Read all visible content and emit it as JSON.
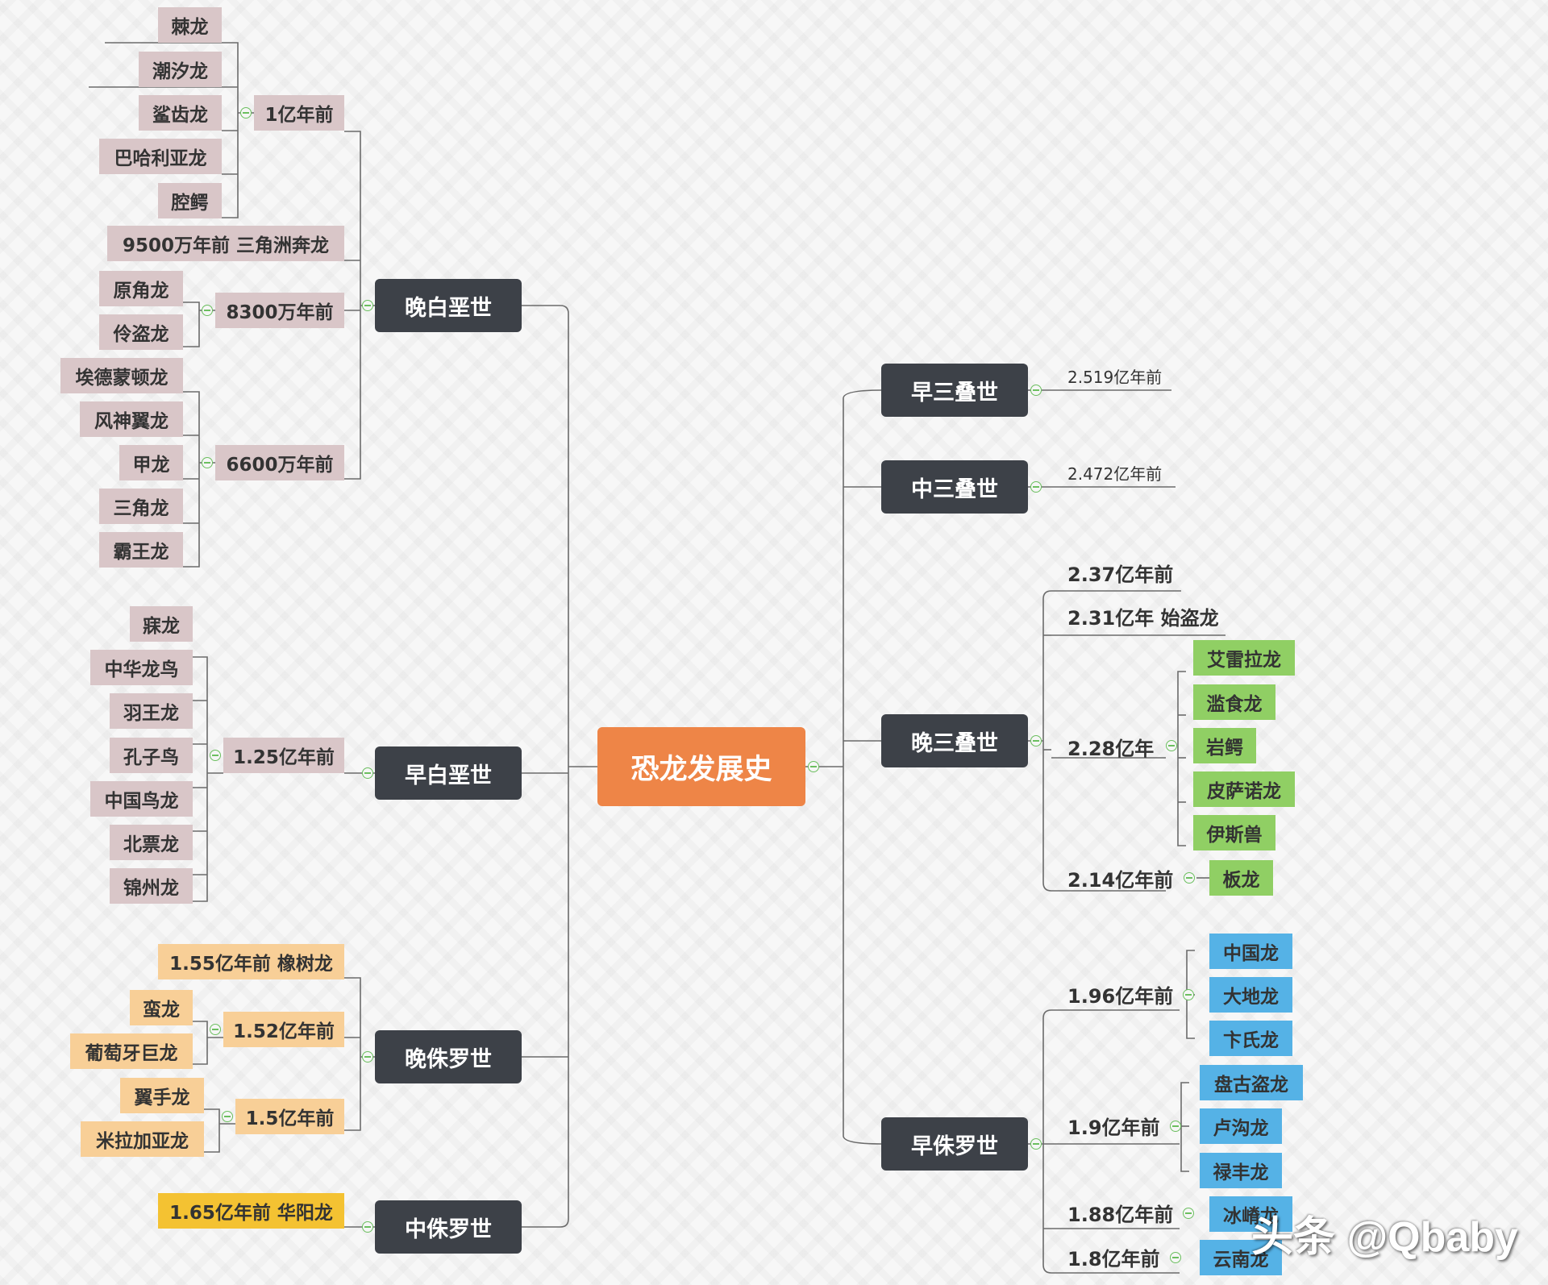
{
  "title": "恐龙发展史",
  "eras": {
    "late_cretaceous": {
      "label": "晚白垩世",
      "groups": [
        {
          "time": "1亿年前",
          "items": [
            "棘龙",
            "潮汐龙",
            "鲨齿龙",
            "巴哈利亚龙",
            "腔鳄"
          ]
        },
        {
          "time": "9500万年前 三角洲奔龙",
          "items": []
        },
        {
          "time": "8300万年前",
          "items": [
            "原角龙",
            "伶盗龙"
          ]
        },
        {
          "time": "6600万年前",
          "items": [
            "埃德蒙顿龙",
            "风神翼龙",
            "甲龙",
            "三角龙",
            "霸王龙"
          ]
        }
      ]
    },
    "early_cretaceous": {
      "label": "早白垩世",
      "groups": [
        {
          "time": "1.25亿年前",
          "items": [
            "寐龙",
            "中华龙鸟",
            "羽王龙",
            "孔子鸟",
            "中国鸟龙",
            "北票龙",
            "锦州龙"
          ]
        }
      ]
    },
    "late_jurassic": {
      "label": "晚侏罗世",
      "groups": [
        {
          "time": "1.55亿年前 橡树龙",
          "items": []
        },
        {
          "time": "1.52亿年前",
          "items": [
            "蛮龙",
            "葡萄牙巨龙"
          ]
        },
        {
          "time": "1.5亿年前",
          "items": [
            "翼手龙",
            "米拉加亚龙"
          ]
        }
      ]
    },
    "middle_jurassic": {
      "label": "中侏罗世",
      "groups": [
        {
          "time": "1.65亿年前 华阳龙",
          "items": []
        }
      ]
    },
    "early_triassic": {
      "label": "早三叠世",
      "groups": [
        {
          "time": "2.519亿年前",
          "items": []
        }
      ]
    },
    "middle_triassic": {
      "label": "中三叠世",
      "groups": [
        {
          "time": "2.472亿年前",
          "items": []
        }
      ]
    },
    "late_triassic": {
      "label": "晚三叠世",
      "groups": [
        {
          "time": "2.37亿年前",
          "items": []
        },
        {
          "time": "2.31亿年 始盗龙",
          "items": []
        },
        {
          "time": "2.28亿年",
          "items": [
            "艾雷拉龙",
            "滥食龙",
            "岩鳄",
            "皮萨诺龙",
            "伊斯兽"
          ]
        },
        {
          "time": "2.14亿年前",
          "items": [
            "板龙"
          ]
        }
      ]
    },
    "early_jurassic": {
      "label": "早侏罗世",
      "groups": [
        {
          "time": "1.96亿年前",
          "items": [
            "中国龙",
            "大地龙",
            "卞氏龙"
          ]
        },
        {
          "time": "1.9亿年前",
          "items": [
            "盘古盗龙",
            "卢沟龙",
            "禄丰龙"
          ]
        },
        {
          "time": "1.88亿年前",
          "items": [
            "冰嵴龙"
          ]
        },
        {
          "time": "1.8亿年前",
          "items": [
            "云南龙"
          ]
        }
      ]
    }
  },
  "watermark": "头条 @Qbaby",
  "colors": {
    "root": "#ee8547",
    "era": "#3d4148",
    "cretaceous": "#d9c6c8",
    "triassic": "#90cf64",
    "early_jurassic": "#55b2e6",
    "late_jurassic": "#f8cf97",
    "middle_jurassic": "#f4c232",
    "connector": "#6b6b6b",
    "collapse": "#6bbf5f"
  }
}
